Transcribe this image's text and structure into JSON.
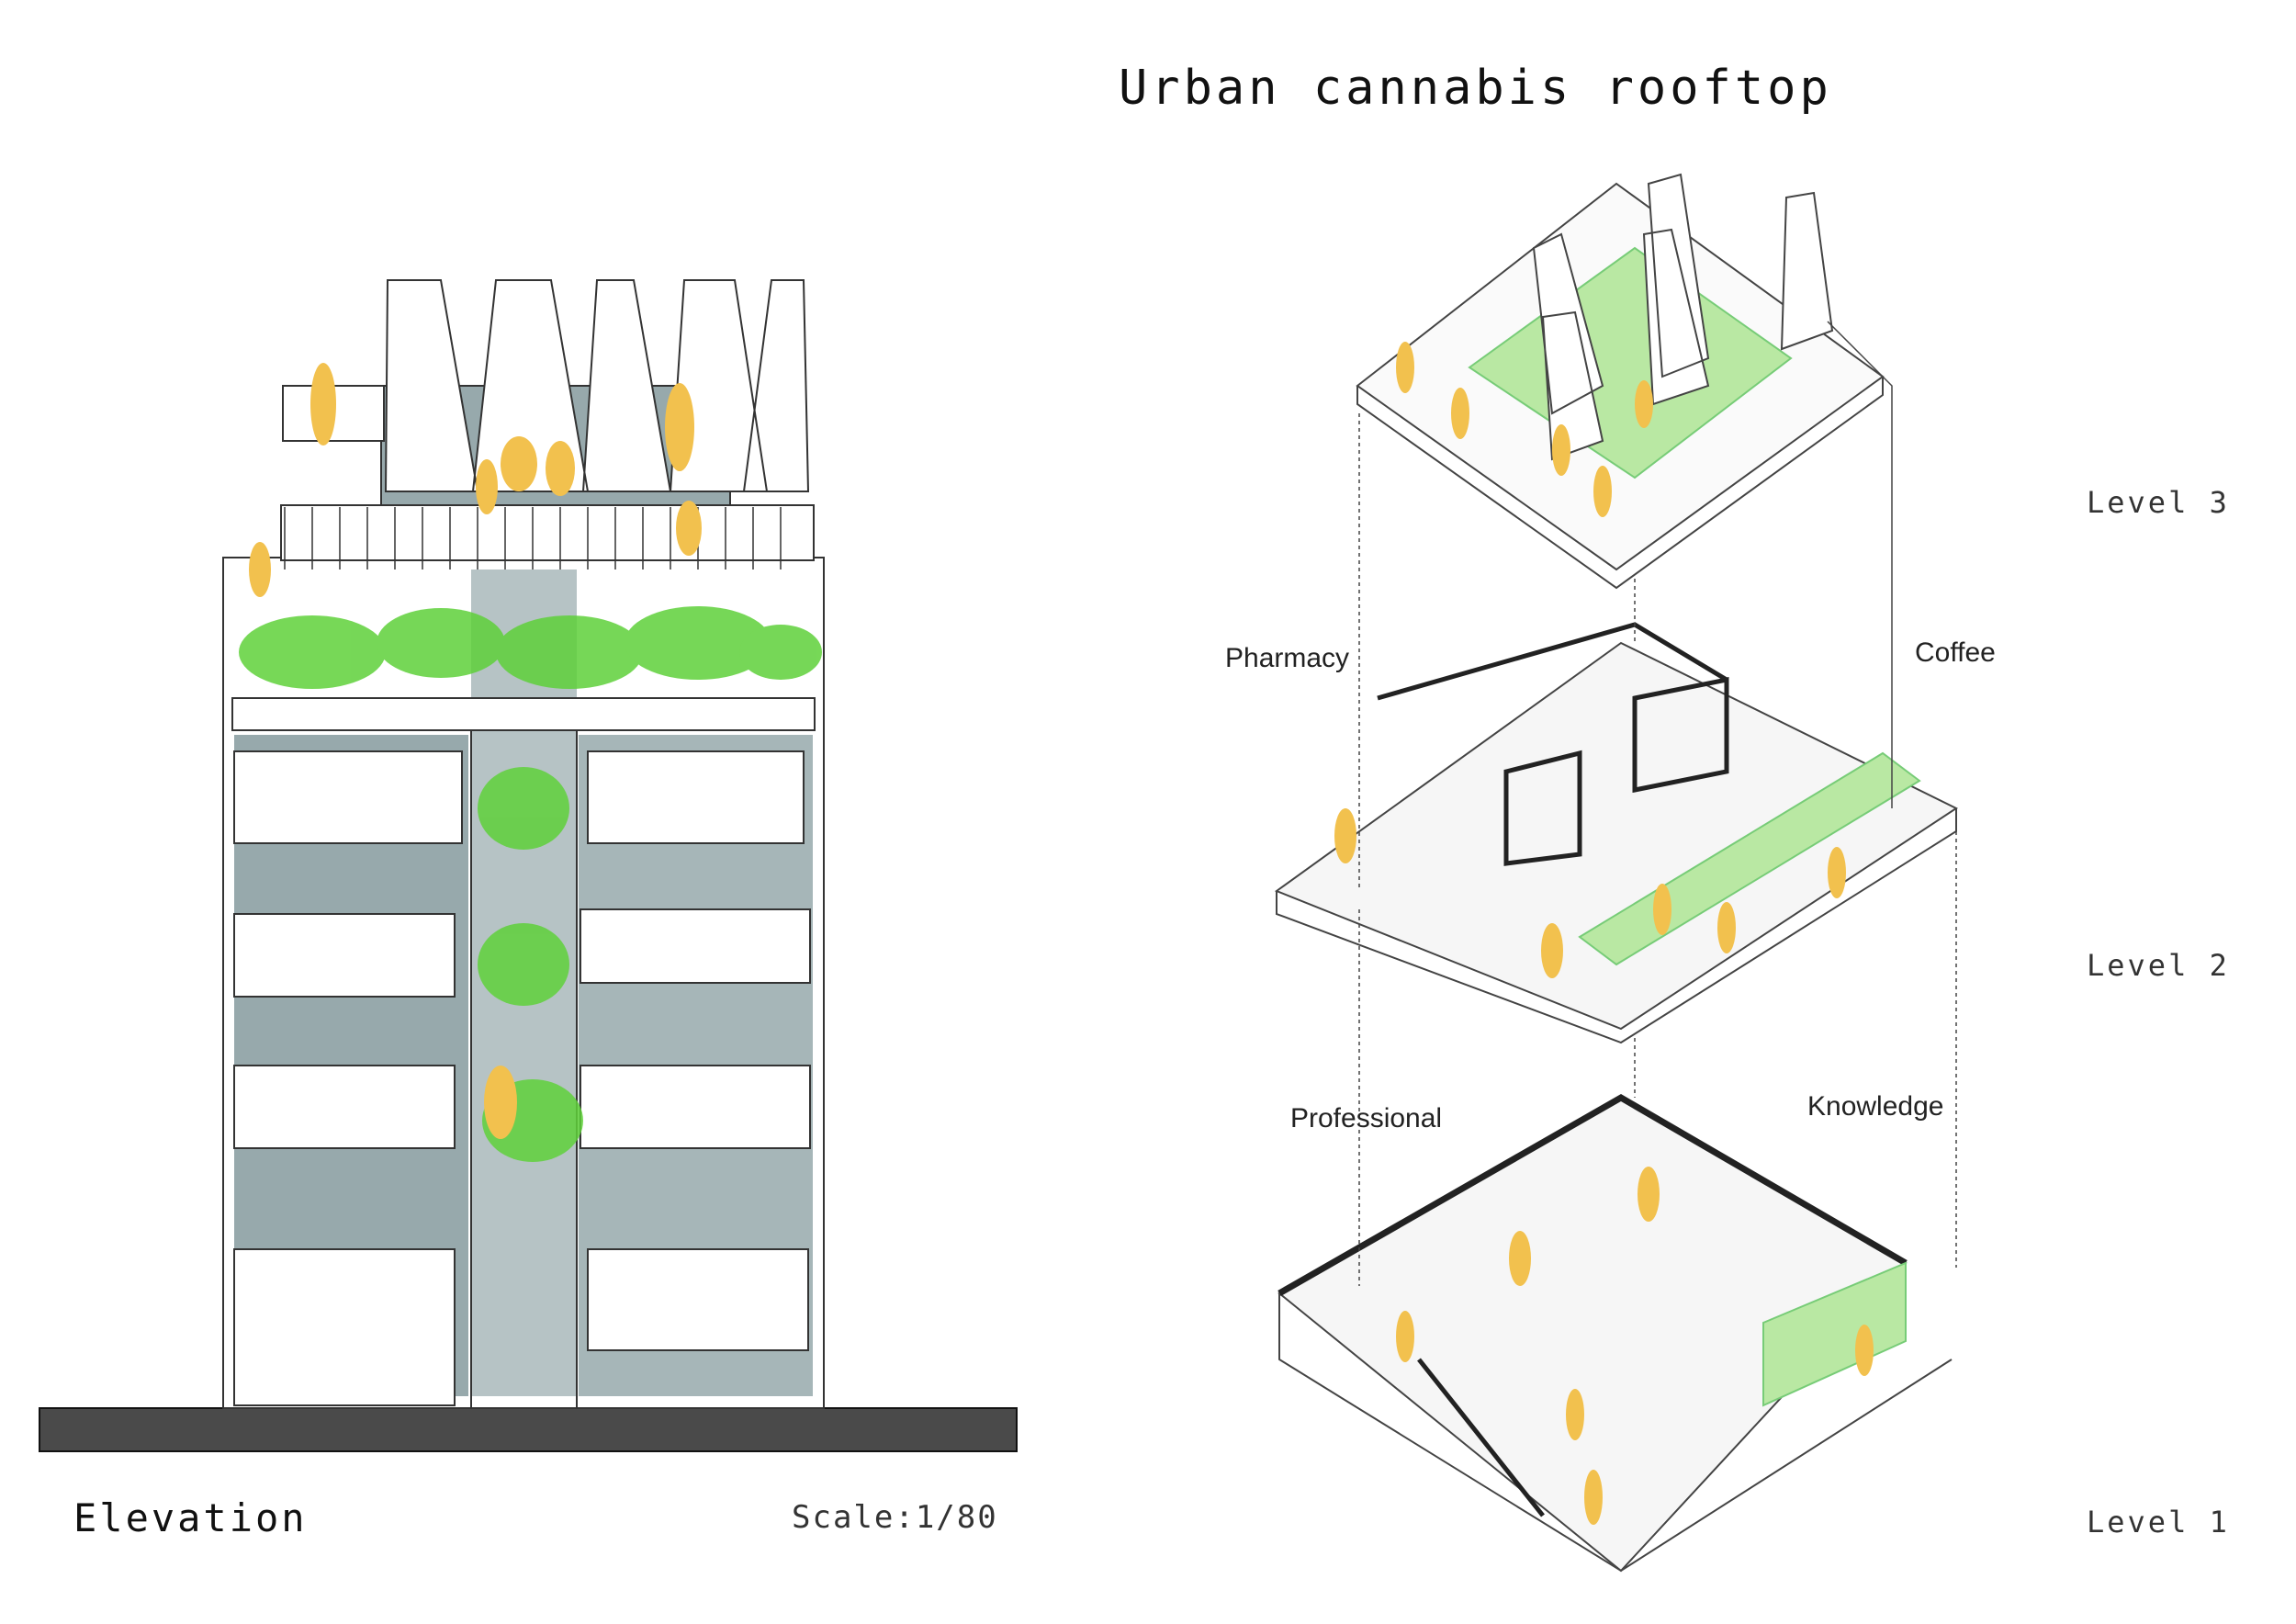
{
  "title": "Urban cannabis rooftop",
  "elevation": {
    "label": "Elevation",
    "scale": "Scale:1/80"
  },
  "axonometric": {
    "levels": [
      "Level 3",
      "Level 2",
      "Level 1"
    ],
    "zones": {
      "pharmacy": "Pharmacy",
      "coffee": "Coffee",
      "professional": "Professional",
      "knowledge": "Knowledge"
    }
  },
  "colors": {
    "building_shade": "#97a9ac",
    "plant_green": "#5fd13a",
    "people_yellow": "#f2c14e",
    "ground": "#4a4a4a"
  }
}
